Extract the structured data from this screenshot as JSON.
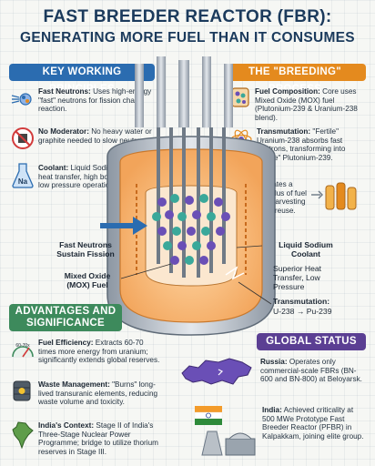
{
  "title": {
    "line1": "FAST BREEDER REACTOR (FBR):",
    "line2": "GENERATING MORE FUEL THAN IT CONSUMES"
  },
  "principles": {
    "header": "KEY WORKING PRINCIPLES",
    "items": [
      {
        "icon": "atom-neutron-icon",
        "title": "Fast Neutrons:",
        "text": "Uses high-energy \"fast\" neutrons for fission chain reaction."
      },
      {
        "icon": "no-moderator-icon",
        "title": "No Moderator:",
        "text": "No heavy water or graphite needed to slow neutrons."
      },
      {
        "icon": "sodium-flask-icon",
        "symbol": "Na",
        "title": "Coolant:",
        "text": "Liquid Sodium; superior heat transfer, high boiling point, low pressure operation."
      }
    ]
  },
  "breeding": {
    "header": "THE \"BREEDING\" PROCESS",
    "items": [
      {
        "icon": "fuel-pellet-icon",
        "title": "Fuel Composition:",
        "text": "Core uses Mixed Oxide (MOX) fuel (Plutonium-239 & Uranium-238 blend)."
      },
      {
        "icon": "transmutation-atom-icon",
        "title": "Transmutation:",
        "text": "\"Fertile\" Uranium-238 absorbs fast neutrons, transforming into \"fissile\" Plutonium-239."
      },
      {
        "icon": "fuel-surplus-icon",
        "title": "",
        "text": "Creates a surplus of fuel for harvesting and reuse."
      }
    ]
  },
  "reactor_labels": {
    "fast_neutrons": "Fast Neutrons Sustain Fission",
    "mox": "Mixed Oxide (MOX) Fuel",
    "sodium": "Liquid Sodium Coolant",
    "heat": "Superior Heat Transfer, Low Pressure",
    "transmutation_title": "Transmutation:",
    "transmutation_text": "U-238 → Pu-239"
  },
  "advantages": {
    "header_line1": "ADVANTAGES AND",
    "header_line2": "SIGNIFICANCE",
    "items": [
      {
        "icon": "efficiency-gauge-icon",
        "gauge_text": "60-70x",
        "title": "Fuel Efficiency:",
        "text": "Extracts 60-70 times more energy from uranium; significantly extends global reserves."
      },
      {
        "icon": "waste-barrel-icon",
        "title": "Waste Management:",
        "text": "\"Burns\" long-lived transuranic elements, reducing waste volume and toxicity."
      },
      {
        "icon": "india-map-icon",
        "title": "India's Context:",
        "text": "Stage II of India's Three-Stage Nuclear Power Programme; bridge to utilize thorium reserves in Stage III."
      }
    ]
  },
  "global": {
    "header": "GLOBAL STATUS",
    "items": [
      {
        "icon": "russia-map-icon",
        "title": "Russia:",
        "text": "Operates only commercial-scale FBRs (BN-600 and BN-800) at Beloyarsk."
      },
      {
        "icon": "india-flag-plant-icon",
        "title": "India:",
        "text": "Achieved criticality at 500 MWe Prototype Fast Breeder Reactor (PFBR) in Kalpakkam, joining elite group."
      }
    ]
  },
  "colors": {
    "blue": "#2b6cb0",
    "orange": "#e48a1e",
    "green": "#3d8a5c",
    "purple": "#5b3f93",
    "fuel_purple": "#6a4fb6",
    "fuel_teal": "#3aa89a",
    "sodium_glow": "#f2a45a"
  }
}
